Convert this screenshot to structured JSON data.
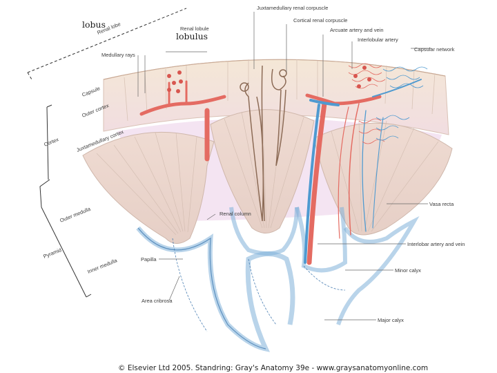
{
  "overlay_labels": {
    "lobus": "lobus",
    "lobulus": "lobulus"
  },
  "side_labels": {
    "renal_lobe": "Renal lobe",
    "medullary_rays": "Medullary rays",
    "capsule": "Capsule",
    "outer_cortex": "Outer cortex",
    "cortex": "Cortex",
    "juxtamedullary_cortex": "Juxtamedullary cortex",
    "outer_medulla": "Outer medulla",
    "pyramid": "Pyramid",
    "inner_medulla": "Inner medulla",
    "papilla": "Papilla",
    "area_cribrosa": "Area cribrosa",
    "renal_column": "Renal column"
  },
  "top_labels": {
    "juxtamedullary_renal_corpuscle": "Juxtamedullary renal corpuscle",
    "renal_lobule": "Renal lobule",
    "cortical_renal_corpuscle": "Cortical renal corpuscle",
    "arcuate_artery_and_vein": "Arcuate artery and vein",
    "interlobular_artery": "Interlobular artery",
    "capsular_network": "Capsular network"
  },
  "right_labels": {
    "vasa_recta": "Vasa recta",
    "interlobar_artery_and_vein": "Interlobar artery and vein",
    "minor_calyx": "Minor calyx",
    "major_calyx": "Major calyx"
  },
  "credit": "© Elsevier Ltd 2005. Standring: Gray's Anatomy 39e - www.graysanatomyonline.com",
  "colors": {
    "cortex_fill": "#f5e6d0",
    "medulla_fill": "#e8d3c6",
    "artery": "#e46b62",
    "vein": "#4f9ad0",
    "calyx_blue": "#7fb0d8",
    "nephron": "#8b6a55"
  }
}
